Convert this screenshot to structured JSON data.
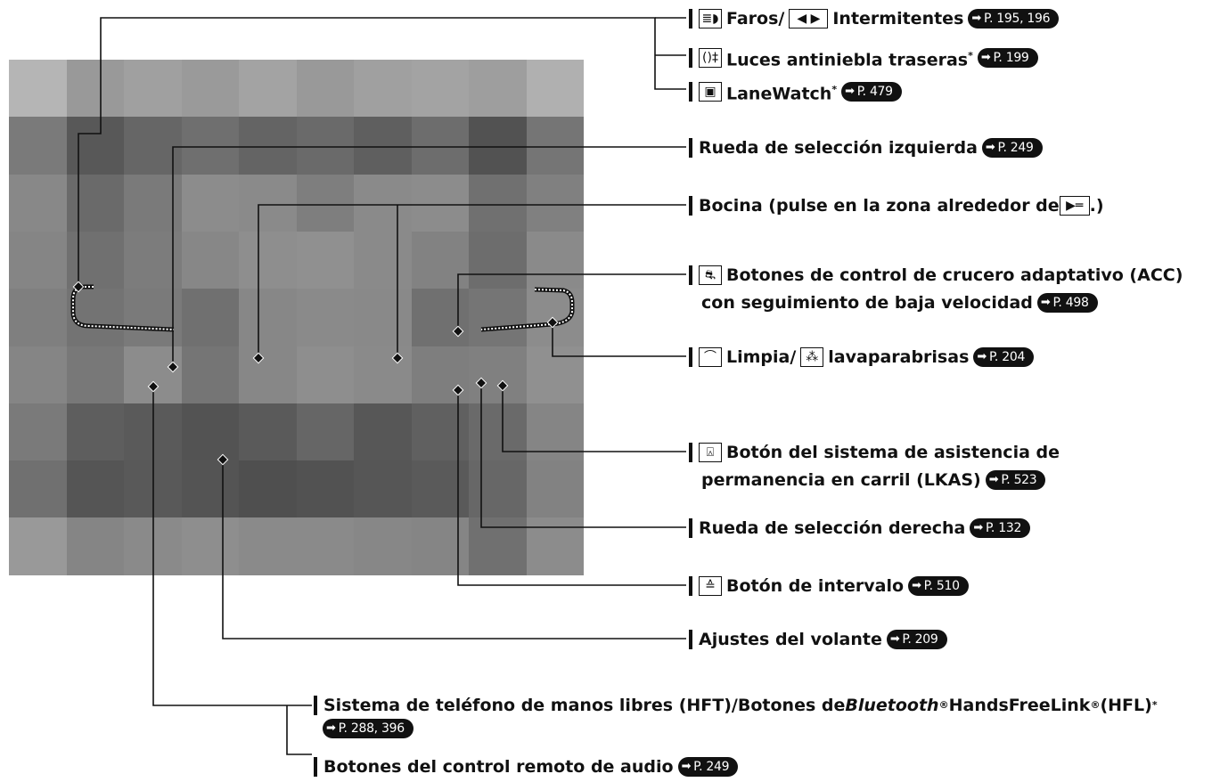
{
  "photo_alt": "steering-wheel-photo",
  "photo_tones": [
    "#b5b5b5",
    "#999999",
    "#a0a0a0",
    "#9a9a9a",
    "#a3a3a3",
    "#999999",
    "#a0a0a0",
    "#a3a3a3",
    "#9e9e9e",
    "#b0b0b0",
    "#ffffff",
    "#7a7a7a",
    "#585858",
    "#666666",
    "#6f6f6f",
    "#646464",
    "#6a6a6a",
    "#5f5f5f",
    "#6d6d6d",
    "#525252",
    "#757575",
    "#ffffff",
    "#888888",
    "#6a6a6a",
    "#7a7a7a",
    "#8c8c8c",
    "#8a8a8a",
    "#7e7e7e",
    "#8a8a8a",
    "#8c8c8c",
    "#707070",
    "#808080",
    "#ffffff",
    "#858585",
    "#707070",
    "#7c7c7c",
    "#878787",
    "#8e8e8e",
    "#909090",
    "#8a8a8a",
    "#828282",
    "#6d6d6d",
    "#8a8a8a",
    "#ffffff",
    "#7f7f7f",
    "#737373",
    "#7a7a7a",
    "#707070",
    "#878787",
    "#8a8a8a",
    "#898989",
    "#707070",
    "#757575",
    "#8c8c8c",
    "#ffffff",
    "#858585",
    "#787878",
    "#8c8c8c",
    "#757575",
    "#878787",
    "#8e8e8e",
    "#8a8a8a",
    "#7e7e7e",
    "#808080",
    "#909090",
    "#ffffff",
    "#7a7a7a",
    "#5e5e5e",
    "#5a5a5a",
    "#535353",
    "#5a5a5a",
    "#666666",
    "#575757",
    "#606060",
    "#6a6a6a",
    "#858585",
    "#ffffff",
    "#707070",
    "#555555",
    "#595959",
    "#545454",
    "#4f4f4f",
    "#525252",
    "#565656",
    "#5a5a5a",
    "#676767",
    "#828282",
    "#ffffff",
    "#999999",
    "#858585",
    "#8a8a8a",
    "#8e8e8e",
    "#8a8a8a",
    "#8a8a8a",
    "#878787",
    "#858585",
    "#707070",
    "#8c8c8c",
    "#ffffff",
    "#ffffff",
    "#ffffff",
    "#ffffff",
    "#ffffff",
    "#ffffff",
    "#ffffff",
    "#ffffff",
    "#ffffff",
    "#ffffff",
    "#ffffff",
    "#ffffff"
  ],
  "callouts": {
    "faros": {
      "icon": "headlight-icon",
      "pre": "Faros/",
      "icon2": "turn-signal-icon",
      "post": " Intermitentes",
      "ref": "P. 195, 196"
    },
    "antiniebla": {
      "icon": "rear-fog-icon",
      "text": "Luces antiniebla traseras",
      "star": "*",
      "ref": "P. 199"
    },
    "lanewatch": {
      "icon": "lanewatch-icon",
      "text": "LaneWatch",
      "star": "*",
      "ref": "P. 479"
    },
    "rueda_izq": {
      "text": "Rueda de selección izquierda",
      "ref": "P. 249"
    },
    "bocina": {
      "text": "Bocina (pulse en la zona alrededor de ",
      "icon": "horn-icon",
      "tail": ".)"
    },
    "acc": {
      "icon": "acc-icon",
      "line1": "Botones de control de crucero adaptativo (ACC)",
      "line2": "con seguimiento de baja velocidad",
      "ref": "P. 498"
    },
    "limpia": {
      "icon": "wiper-icon",
      "pre": "Limpia/",
      "icon2": "washer-icon",
      "post": " lavaparabrisas",
      "ref": "P. 204"
    },
    "lkas": {
      "icon": "lkas-icon",
      "line1": "Botón del sistema de asistencia de",
      "line2": "permanencia en carril (LKAS)",
      "ref": "P. 523"
    },
    "rueda_der": {
      "text": "Rueda de selección derecha",
      "ref": "P. 132"
    },
    "intervalo": {
      "icon": "interval-icon",
      "text": "Botón de intervalo",
      "ref": "P. 510"
    },
    "ajustes": {
      "text": "Ajustes del volante",
      "ref": "P. 209"
    },
    "hft": {
      "pre": "Sistema de teléfono de manos libres (HFT)/Botones de ",
      "brand": "Bluetooth",
      "reg1": "®",
      "mid": " HandsFreeLink",
      "reg2": "®",
      "post": " (HFL)",
      "star": "*",
      "ref": "P. 288, 396"
    },
    "audio": {
      "text": "Botones del control remoto de audio",
      "ref": "P. 249"
    }
  },
  "colors": {
    "ink": "#111111",
    "pill": "#111111",
    "pill_text": "#ffffff"
  }
}
